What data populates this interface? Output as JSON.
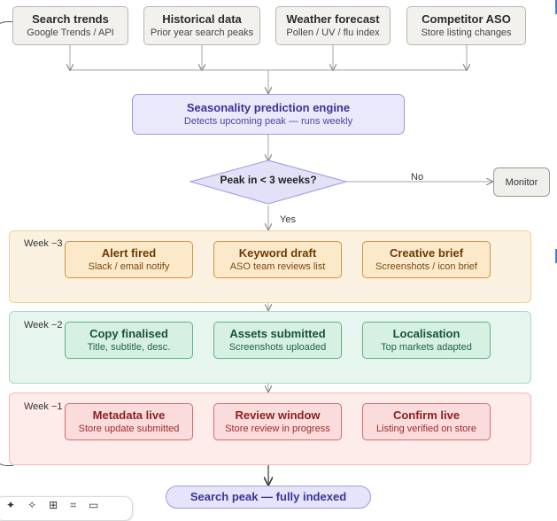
{
  "sources": [
    {
      "title": "Search trends",
      "subtitle": "Google Trends / API"
    },
    {
      "title": "Historical data",
      "subtitle": "Prior year search peaks"
    },
    {
      "title": "Weather forecast",
      "subtitle": "Pollen / UV / flu index"
    },
    {
      "title": "Competitor ASO",
      "subtitle": "Store listing changes"
    }
  ],
  "engine": {
    "title": "Seasonality prediction engine",
    "subtitle": "Detects upcoming peak — runs weekly"
  },
  "decision": {
    "question": "Peak in < 3 weeks?",
    "no_label": "No",
    "yes_label": "Yes"
  },
  "monitor": {
    "label": "Monitor"
  },
  "weeks": [
    {
      "label": "Week −3",
      "steps": [
        {
          "title": "Alert fired",
          "subtitle": "Slack / email notify"
        },
        {
          "title": "Keyword draft",
          "subtitle": "ASO team reviews list"
        },
        {
          "title": "Creative brief",
          "subtitle": "Screenshots / icon brief"
        }
      ]
    },
    {
      "label": "Week −2",
      "steps": [
        {
          "title": "Copy finalised",
          "subtitle": "Title, subtitle, desc."
        },
        {
          "title": "Assets submitted",
          "subtitle": "Screenshots uploaded"
        },
        {
          "title": "Localisation",
          "subtitle": "Top markets adapted"
        }
      ]
    },
    {
      "label": "Week −1",
      "steps": [
        {
          "title": "Metadata live",
          "subtitle": "Store update submitted"
        },
        {
          "title": "Review window",
          "subtitle": "Store review in progress"
        },
        {
          "title": "Confirm live",
          "subtitle": "Listing verified on store"
        }
      ]
    }
  ],
  "final": {
    "label": "Search peak — fully indexed"
  },
  "colors": {
    "engine": "#eae8fb",
    "week3": "#fbf1e1",
    "week2": "#e6f5ee",
    "week1": "#fdecea",
    "selection": "#4b7bd8"
  },
  "toolbar_icons": [
    "sparkle-add-icon",
    "sparkle-icon",
    "frame-add-icon",
    "crop-icon",
    "image-icon"
  ]
}
